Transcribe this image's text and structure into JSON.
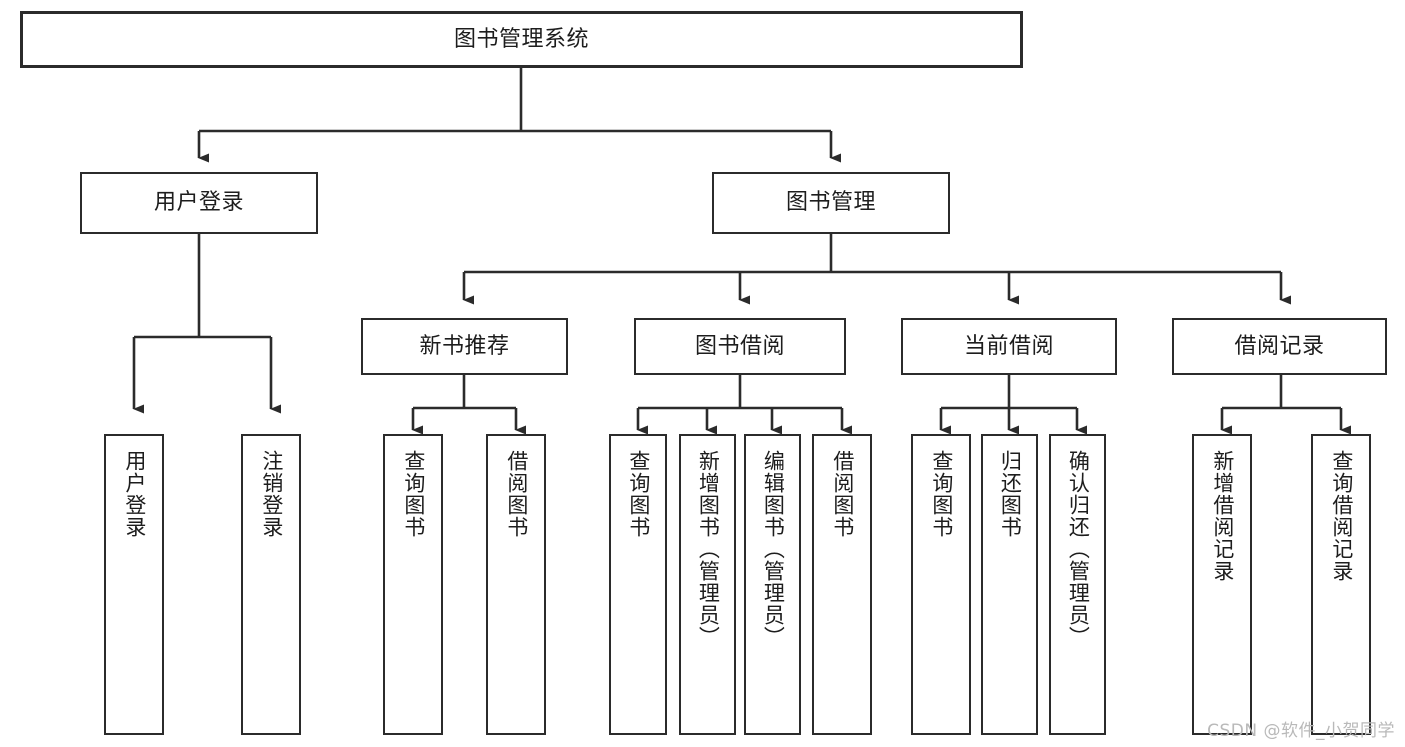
{
  "diagram": {
    "title": "图书管理系统",
    "watermark": "CSDN @软件_小贺同学",
    "line_color": "#2b2b2b",
    "box_fill": "#ffffff",
    "text_color": "#1d1d1d",
    "nodes": {
      "root": {
        "label": "图书管理系统"
      },
      "level2": [
        {
          "label": "用户登录"
        },
        {
          "label": "图书管理"
        }
      ],
      "level3": [
        {
          "label": "新书推荐"
        },
        {
          "label": "图书借阅"
        },
        {
          "label": "当前借阅"
        },
        {
          "label": "借阅记录"
        }
      ],
      "leaves": {
        "user_login": [
          {
            "label": "用户登录"
          },
          {
            "label": "注销登录"
          }
        ],
        "new_book_recommend": [
          {
            "label": "查询图书"
          },
          {
            "label": "借阅图书"
          }
        ],
        "book_borrow": [
          {
            "label": "查询图书"
          },
          {
            "label": "新增图书（管理员）"
          },
          {
            "label": "编辑图书（管理员）"
          },
          {
            "label": "借阅图书"
          }
        ],
        "current_borrow": [
          {
            "label": "查询图书"
          },
          {
            "label": "归还图书"
          },
          {
            "label": "确认归还（管理员）"
          }
        ],
        "borrow_record": [
          {
            "label": "新增借阅记录"
          },
          {
            "label": "查询借阅记录"
          }
        ]
      }
    }
  }
}
